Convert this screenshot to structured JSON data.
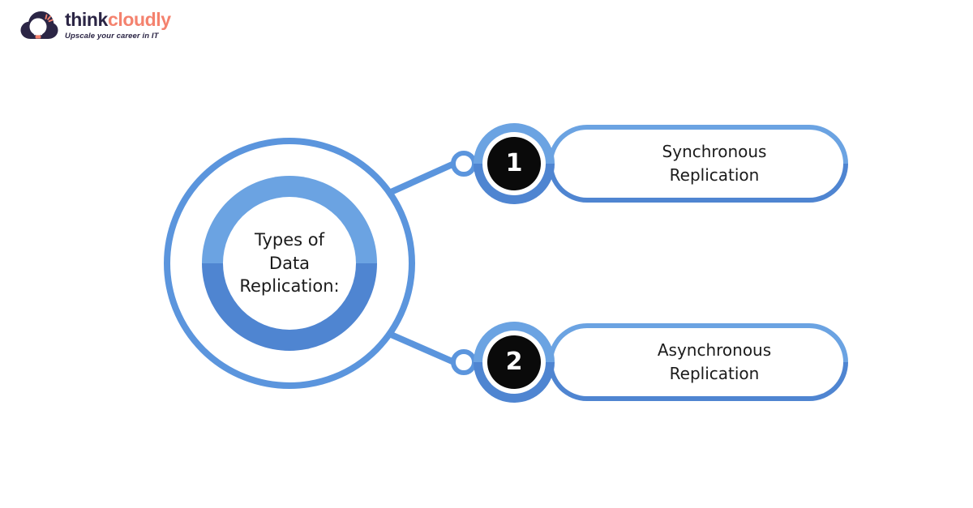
{
  "brand": {
    "logo_icon": "cloud-lightbulb-icon",
    "word_think": "think",
    "word_cloudly": "cloudly",
    "tagline": "Upscale your career in IT",
    "color_think": "#2b2545",
    "color_cloudly": "#f4826e"
  },
  "hub": {
    "label": "Types of\nData\nReplication:",
    "ring_color_light": "#6ba3e2",
    "ring_color_dark": "#4f85d1",
    "outer_ring_color": "#5b95dd"
  },
  "branches": [
    {
      "number": "1",
      "label": "Synchronous\nReplication",
      "dot": "connector-node-dot"
    },
    {
      "number": "2",
      "label": "Asynchronous\nReplication",
      "dot": "connector-node-dot"
    }
  ],
  "theme": {
    "accent_blue": "#5b95dd",
    "badge_black": "#0a0a0a",
    "text_color": "#1b1b1b",
    "background": "#ffffff"
  }
}
